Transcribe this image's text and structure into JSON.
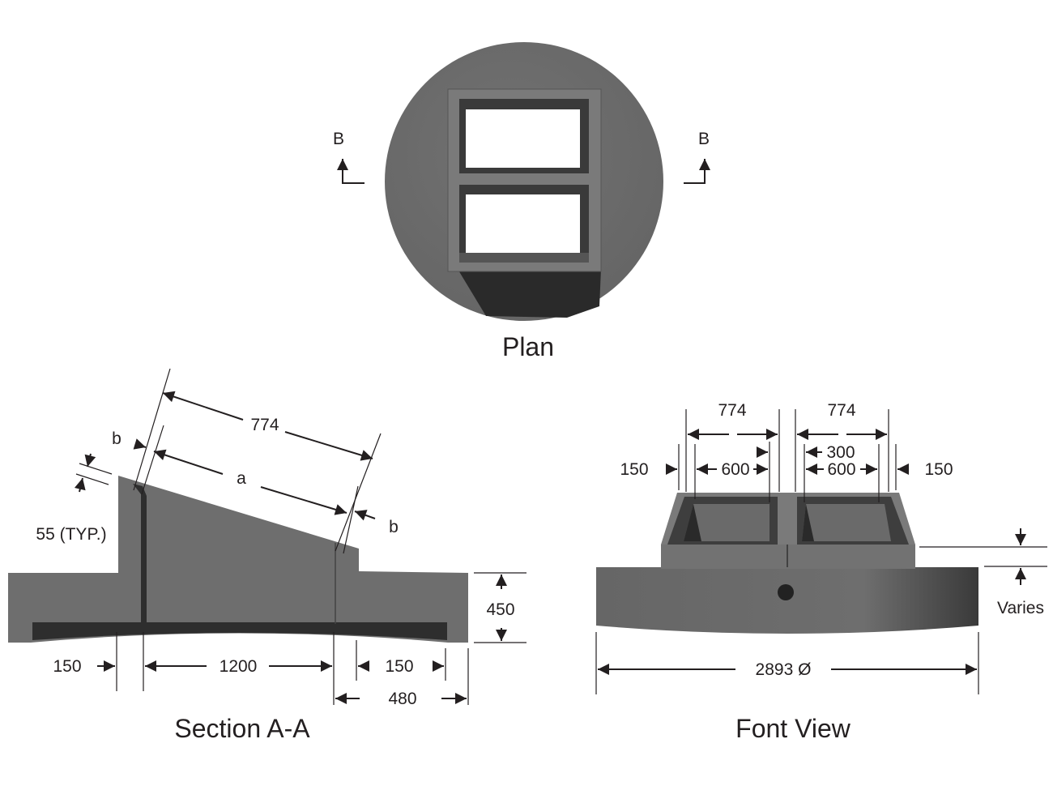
{
  "plan": {
    "title": "Plan",
    "section_marker_left": "B",
    "section_marker_right": "B"
  },
  "section": {
    "title": "Section A-A",
    "dim_774": "774",
    "dim_a": "a",
    "dim_b_left": "b",
    "dim_b_right": "b",
    "dim_55": "55 (TYP.)",
    "dim_450": "450",
    "dim_150_left": "150",
    "dim_1200": "1200",
    "dim_150_right": "150",
    "dim_480": "480"
  },
  "front": {
    "title": "Font View",
    "dim_774_left": "774",
    "dim_774_right": "774",
    "dim_300": "300",
    "dim_600_left": "600",
    "dim_600_right": "600",
    "dim_150_left": "150",
    "dim_150_right": "150",
    "dim_varies": "Varies",
    "dim_diameter": "2893 Ø"
  },
  "colors": {
    "concrete": "#6e6e6e",
    "shadow": "#2e2e2e",
    "ink": "#231f20"
  }
}
